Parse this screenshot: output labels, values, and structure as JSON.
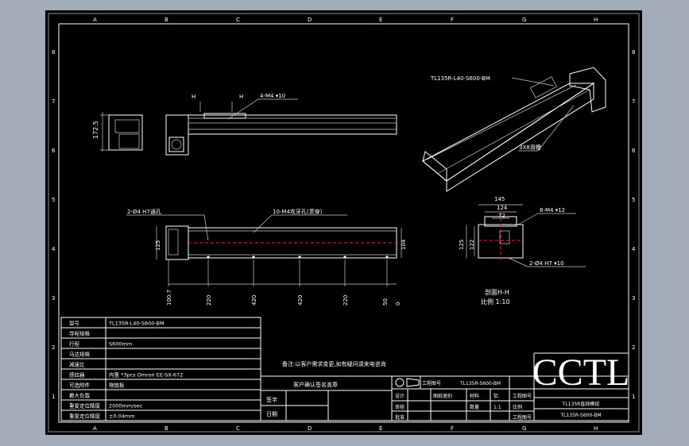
{
  "sheet": {
    "zone_letters_top": [
      "A",
      "B",
      "C",
      "D",
      "E",
      "F",
      "G",
      "H"
    ],
    "zone_letters_bottom": [
      "A",
      "B",
      "C",
      "D",
      "E",
      "F",
      "G",
      "H"
    ],
    "zone_numbers": [
      "8",
      "7",
      "6",
      "5",
      "4",
      "3",
      "2",
      "1"
    ],
    "background": "#000000",
    "line_color": "#ffffff",
    "center_line_color": "#e22233"
  },
  "views": {
    "iso_label": "TL135R-L40-S600-BM",
    "iso_callout": "3X8滑槽",
    "side_callout": "4-M4 ▾10",
    "section_mark_left": "H",
    "section_mark_right": "H",
    "side_height_dim": "172.5",
    "plan_holes_left": "2-Ø4 H7通孔",
    "plan_holes_top": "10-M4攻牙孔(贯穿)",
    "plan_dims_bottom": [
      "100.7",
      "220",
      "420",
      "420",
      "220",
      "50",
      "0"
    ],
    "plan_dim_left": "125",
    "plan_dim_right": "104",
    "section_dims_top": [
      "145",
      "124",
      "72"
    ],
    "section_dims_left": [
      "125",
      "122"
    ],
    "section_callout_right": "8-M4 ▾12",
    "section_callout_bottom": "2-Ø4 H7 ▾10",
    "section_title": "剖面H-H",
    "section_scale": "比例 1:10"
  },
  "spec_table": {
    "rows": [
      {
        "label": "型号",
        "value": "TL135R-L40-S600-BM"
      },
      {
        "label": "导程规格",
        "value": ""
      },
      {
        "label": "行程",
        "value": "S600mm"
      },
      {
        "label": "马达规格",
        "value": ""
      },
      {
        "label": "减速比",
        "value": ""
      },
      {
        "label": "感应器",
        "value": "内置 *3pcs Omron EE-SX-672"
      },
      {
        "label": "可选附件",
        "value": "拖链板"
      },
      {
        "label": "最大负载",
        "value": ""
      },
      {
        "label": "重复定位精度",
        "value": "2000mm/sec"
      },
      {
        "label": "重复定位精度",
        "value": "±0.04mm"
      }
    ]
  },
  "notes": {
    "remark": "备注:以客户需求变更,如有疑问请来电咨询",
    "confirm_title": "客户确认签名盖章",
    "sign_label": "签字",
    "date_label": "日期"
  },
  "title_block": {
    "projection_label": "",
    "model_label": "工程图号",
    "model_value": "TL135R-S600-BM",
    "logo": "CCTL",
    "product_name": "TL135R直线模组",
    "drawing_no": "TL135R-S600-BM",
    "grid_labels": [
      "设计",
      "审核",
      "批准",
      "图纸类别",
      "材料",
      "数量",
      "工程图号",
      "比例",
      "工程图号"
    ],
    "material_value": "铝",
    "qty_value": "1:1"
  }
}
